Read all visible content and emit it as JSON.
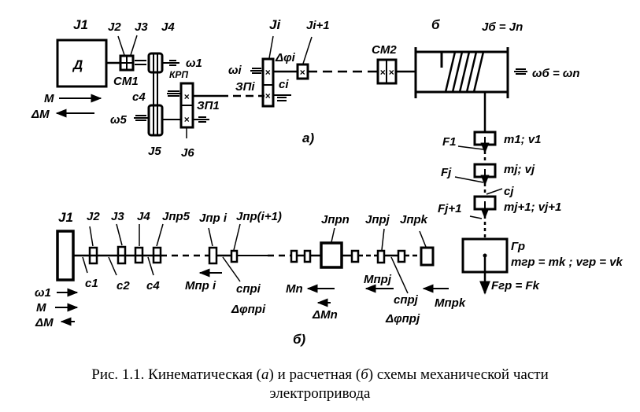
{
  "figure": {
    "part_a": {
      "panel_label": "а)",
      "motor_label": "Д",
      "labels": {
        "J1": "J1",
        "J2": "J2",
        "J3": "J3",
        "J4": "J4",
        "J5": "J5",
        "J6": "J6",
        "Ji": "Ji",
        "Ji1": "Ji+1",
        "Jb": "Jб = Jn",
        "cm1": "СМ1",
        "cm2": "СМ2",
        "krp": "КРП",
        "zp1": "ЗП1",
        "zpi": "ЗПi",
        "c4": "c4",
        "ci": "ci",
        "dphi": "Δφi",
        "w1": "ω1",
        "w5": "ω5",
        "wi": "ωi",
        "wb": "ωб = ωn",
        "drum": "б",
        "M": "M",
        "dM": "ΔM",
        "F1": "F1",
        "Fj": "Fj",
        "Fj1": "Fj+1",
        "cj": "cj",
        "m1v1": "m1; v1",
        "mjvj": "mj; vj",
        "mj1vj1": "mj+1; vj+1",
        "gr": "Гр",
        "mgr": "mгр = mk ; vгр = vk",
        "Fgr": "Fгр = Fk"
      }
    },
    "part_b": {
      "panel_label": "б)",
      "labels": {
        "J1": "J1",
        "J2": "J2",
        "J3": "J3",
        "J4": "J4",
        "Jpr5": "Jпр5",
        "Jpri": "Jпр i",
        "Jpri1": "Jпр(i+1)",
        "Jprn": "Jпрn",
        "Jprj": "Jпрj",
        "Jprk": "Jпрk",
        "c1": "c1",
        "c2": "c2",
        "c4": "c4",
        "cpri": "cпрi",
        "dphipri": "Δφпрi",
        "Mpri": "Mпр i",
        "Mn": "Mn",
        "dMn": "ΔMn",
        "Mprj": "Mпрj",
        "cprj": "cпрj",
        "dphiprj": "Δφпрj",
        "Mprk": "Mпрk",
        "w1": "ω1",
        "M": "M",
        "dM": "ΔM"
      }
    },
    "caption": {
      "line1_a": "Рис. 1.1. Кинематическая (",
      "line1_a_it": "а",
      "line1_b": ") и расчетная (",
      "line1_b_it": "б",
      "line1_c": ") схемы механической части",
      "line2": "электропривода"
    }
  }
}
